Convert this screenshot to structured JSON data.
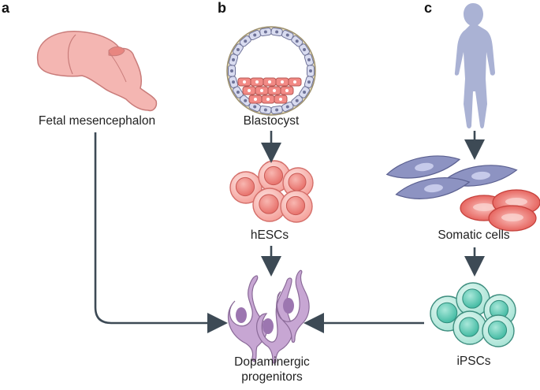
{
  "panels": {
    "a": "a",
    "b": "b",
    "c": "c"
  },
  "labels": {
    "fetal_mesencephalon": "Fetal mesencephalon",
    "blastocyst": "Blastocyst",
    "hescs": "hESCs",
    "somatic_cells": "Somatic cells",
    "ipscs": "iPSCs",
    "dopaminergic_line1": "Dopaminergic",
    "dopaminergic_line2": "progenitors"
  },
  "colors": {
    "arrow": "#3d4a55",
    "brain_fill": "#f4b6b2",
    "brain_stroke": "#c97c7a",
    "cell_red": "#f28a85",
    "cell_red_light": "#fbd3cf",
    "cell_teal": "#6dcdbb",
    "cell_teal_light": "#c9efe6",
    "fibroblast": "#8d93c2",
    "neuron": "#c7a6d3",
    "silhouette": "#aab2d4"
  }
}
